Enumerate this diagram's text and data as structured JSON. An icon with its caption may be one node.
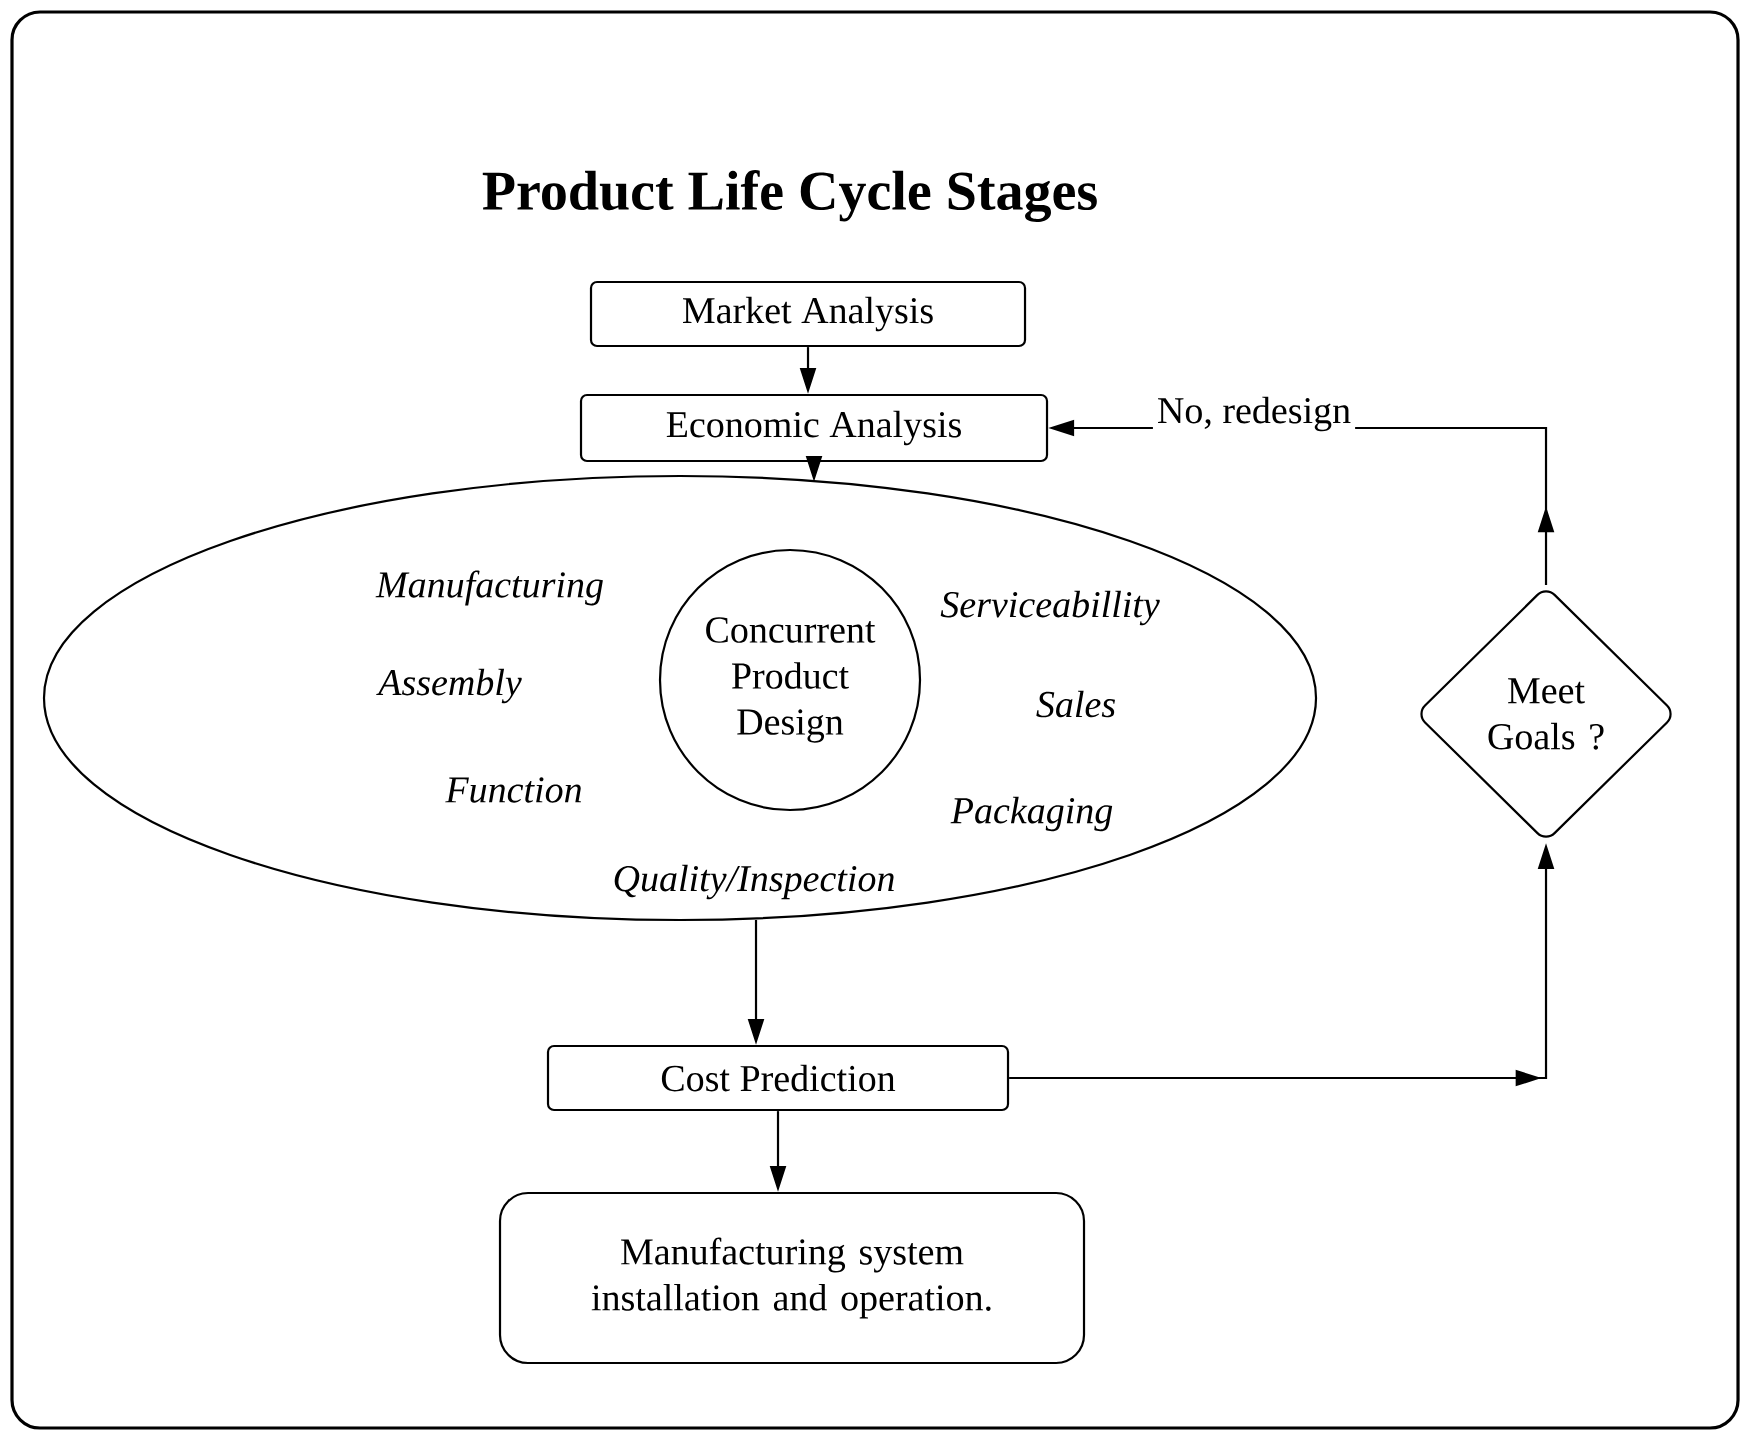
{
  "diagram": {
    "title": "Product Life Cycle Stages",
    "nodes": [
      {
        "text": [
          "Market Analysis"
        ]
      },
      {
        "text": [
          "Economic Analysis"
        ]
      },
      {
        "text": [
          "Manufacturing",
          "Assembly",
          "Function",
          "Quality/Inspection",
          "Serviceabillity",
          "Sales",
          "Packaging"
        ]
      },
      {
        "text": [
          "Concurrent Product Design"
        ],
        "in": 2
      },
      {
        "text": [
          "Meet Goals ?"
        ]
      },
      {
        "text": [
          "Cost Prediction"
        ]
      },
      {
        "text": [
          "Manufacturing system installation and operation."
        ]
      }
    ],
    "edges": [
      {
        "from": 0,
        "to": 1,
        "arrow": "to"
      },
      {
        "from": 1,
        "to": 2,
        "arrow": "to"
      },
      {
        "from": 2,
        "to": 5,
        "arrow": "to"
      },
      {
        "from": 5,
        "to": 6,
        "arrow": "to"
      },
      {
        "from": 5,
        "to": 4,
        "arrow": "to"
      },
      {
        "from": 4,
        "to": 1,
        "arrow": "to",
        "label": "No, redesign"
      }
    ]
  }
}
